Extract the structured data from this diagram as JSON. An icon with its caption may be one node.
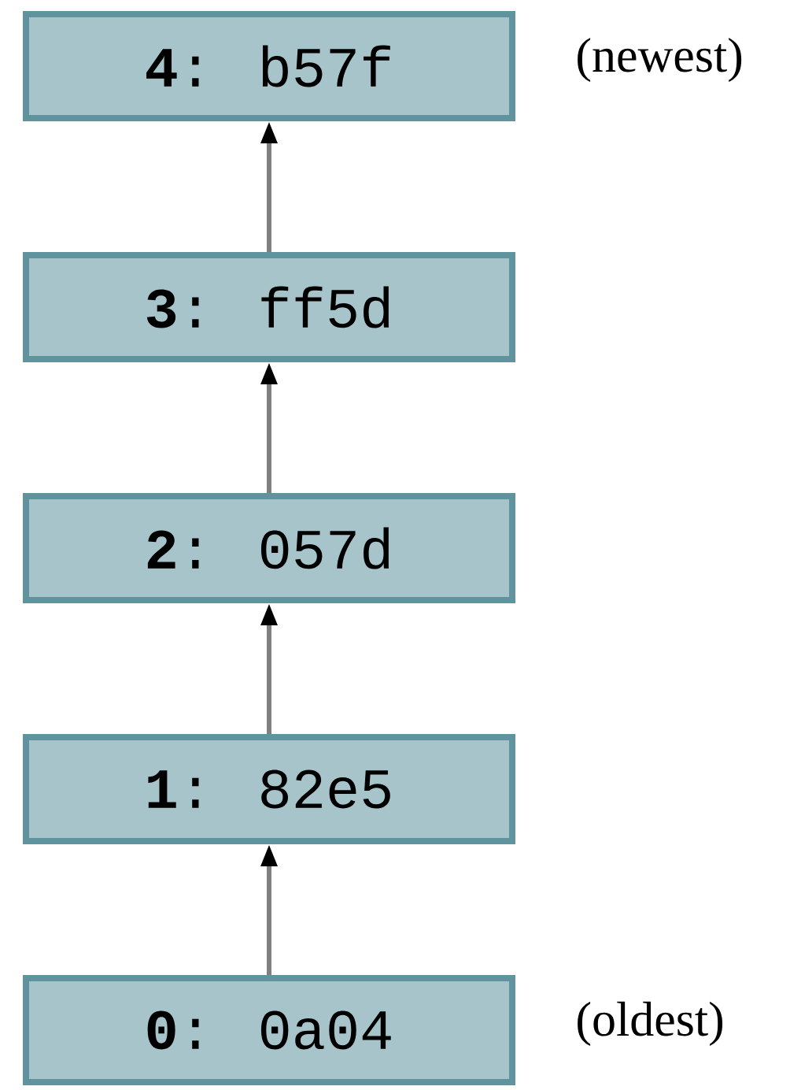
{
  "diagram": {
    "nodes": [
      {
        "text": [
          "**4**: b57f"
        ],
        "beside": [
          "(newest)"
        ]
      },
      {
        "text": [
          "**3**: ff5d"
        ]
      },
      {
        "text": [
          "**2**: 057d"
        ]
      },
      {
        "text": [
          "**1**: 82e5"
        ]
      },
      {
        "text": [
          "**0**: 0a04"
        ],
        "beside": [
          "(oldest)"
        ]
      }
    ],
    "edges": [
      {
        "from": 4,
        "to": 3,
        "arrow": "to"
      },
      {
        "from": 3,
        "to": 2,
        "arrow": "to"
      },
      {
        "from": 2,
        "to": 1,
        "arrow": "to"
      },
      {
        "from": 1,
        "to": 0,
        "arrow": "to"
      }
    ]
  }
}
